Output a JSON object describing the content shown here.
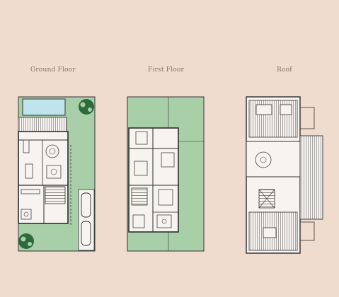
{
  "plans": {
    "ground": {
      "label": "Ground Floor"
    },
    "first": {
      "label": "First Floor"
    },
    "roof": {
      "label": "Roof"
    }
  },
  "colors": {
    "background": "#efdccf",
    "garden": "#a9cfa8",
    "pool": "#bfe4ee",
    "wall": "#2e2e2e",
    "tree": "#2d6b3c",
    "paper": "#f6f3f0"
  }
}
